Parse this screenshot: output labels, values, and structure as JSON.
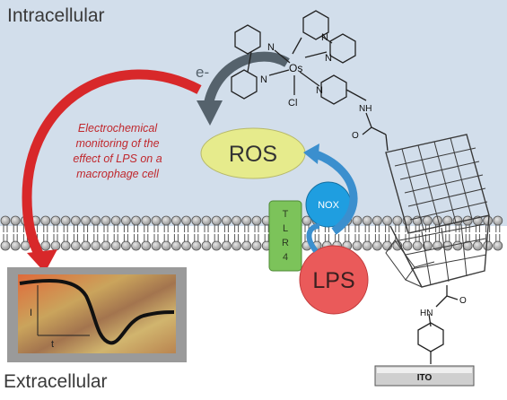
{
  "regions": {
    "intracellular": "Intracellular",
    "extracellular": "Extracellular"
  },
  "caption_lines": [
    "Electrochemical",
    "monitoring of the",
    "effect of LPS on a",
    "macrophage cell"
  ],
  "species": {
    "ros": "ROS",
    "lps": "LPS",
    "nox": "NOX",
    "tlr4_letters": [
      "T",
      "L",
      "R",
      "4"
    ],
    "electron": "e-"
  },
  "molecule": {
    "metal": "Os",
    "nitrogen": "N",
    "chloride": "Cl",
    "amide_nh": "NH",
    "amide_o": "O",
    "amide_hn": "HN",
    "electrode": "ITO"
  },
  "plot_axes": {
    "y": "I",
    "x": "t"
  },
  "colors": {
    "intracellular_bg": "#d2deeb",
    "ros_fill": "#e6eb8c",
    "lps_fill": "#ea5a5a",
    "nox_fill": "#1f9ee0",
    "tlr4_fill": "#7cc35a",
    "red_arrow": "#d8282a",
    "gray_arrow": "#55626c",
    "blue_arrow": "#3b8fce",
    "caption_text": "#c0282d"
  }
}
